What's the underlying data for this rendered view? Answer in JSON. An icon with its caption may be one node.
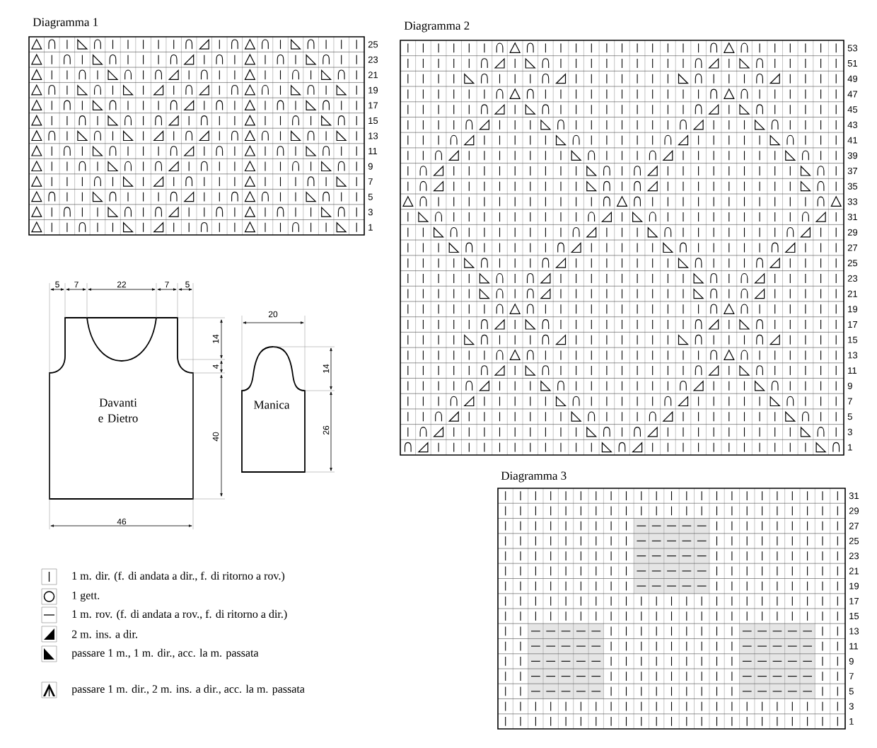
{
  "diagram": {
    "nodes": [
      {
        "text": [
          "Davanti e Dietro"
        ]
      },
      {
        "text": [
          "Manica"
        ]
      }
    ],
    "labels": [
      "Diagramma 1",
      "25",
      "23",
      "21",
      "19",
      "17",
      "15",
      "13",
      "11",
      "9",
      "7",
      "5",
      "3",
      "1",
      "Diagramma 2",
      "53",
      "51",
      "49",
      "47",
      "45",
      "43",
      "41",
      "39",
      "37",
      "35",
      "33",
      "31",
      "29",
      "27",
      "25",
      "23",
      "21",
      "19",
      "17",
      "15",
      "13",
      "11",
      "9",
      "7",
      "5",
      "3",
      "1",
      "5",
      "7",
      "22",
      "7",
      "5",
      "20",
      "14",
      "4",
      "14",
      "40",
      "26",
      "46",
      "Diagramma 3",
      "31",
      "29",
      "27",
      "25",
      "23",
      "21",
      "19",
      "17",
      "15",
      "13",
      "11",
      "9",
      "7",
      "5",
      "3",
      "1"
    ],
    "legend": [
      {
        "text": "1 m. dir. (f. di andata a dir., f. di ritorno a rov.)"
      },
      {
        "text": "1 gett."
      },
      {
        "text": "1 m. rov. (f. di andata a rov., f. di ritorno a dir.)"
      },
      {
        "text": "2 m. ins. a dir."
      },
      {
        "text": "passare 1 m., 1 m. dir., acc. la m. passata"
      },
      {
        "text": "passare 1 m. dir., 2 m. ins. a dir., acc. la m. passata"
      }
    ]
  }
}
